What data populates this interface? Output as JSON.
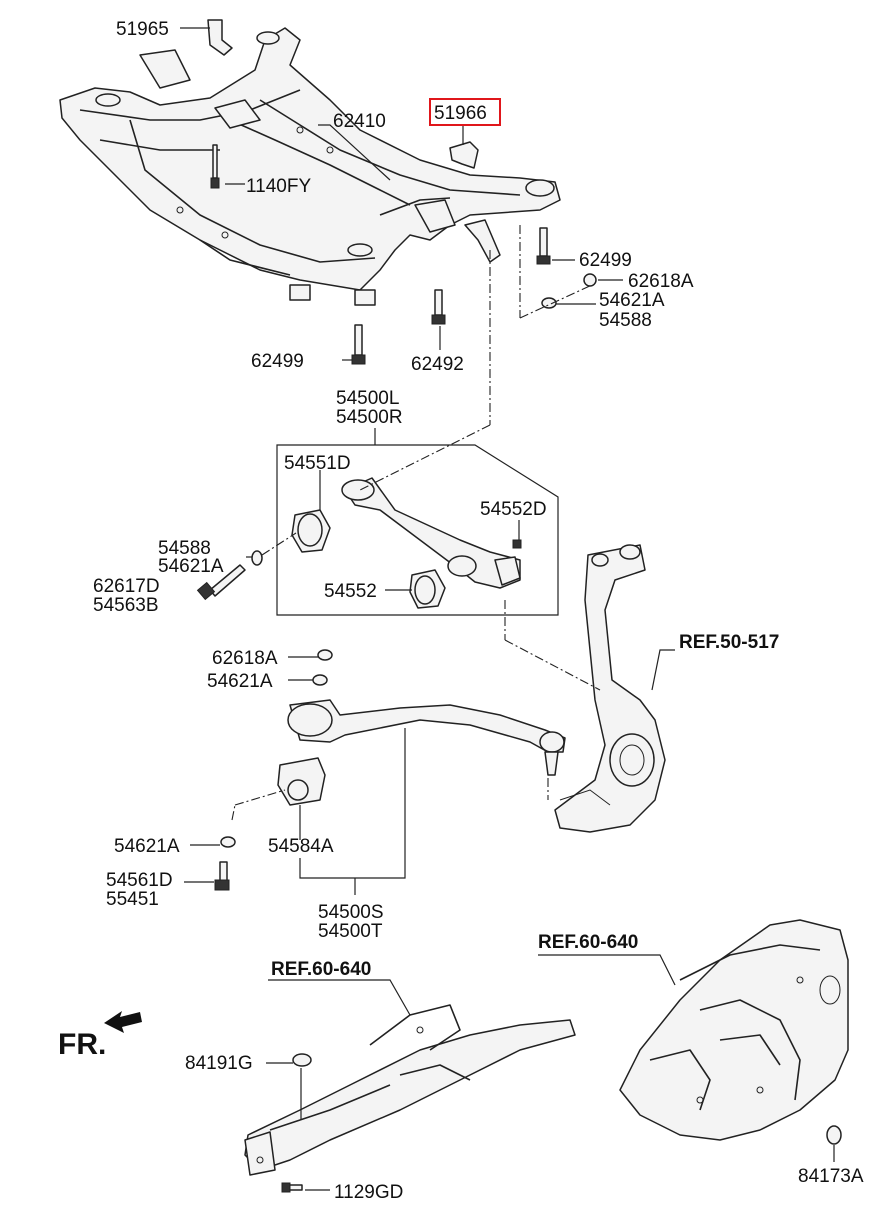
{
  "labels": {
    "p51965": "51965",
    "p51966": "51966",
    "p62410": "62410",
    "p1140FY": "1140FY",
    "p62499_a": "62499",
    "p62618A_a": "62618A",
    "p54621A_a": "54621A",
    "p54588_a": "54588",
    "p62499_b": "62499",
    "p62492": "62492",
    "p54500L": "54500L",
    "p54500R": "54500R",
    "p54551D": "54551D",
    "p54552D": "54552D",
    "p54588_b": "54588",
    "p54621A_b": "54621A",
    "p62617D": "62617D",
    "p54563B": "54563B",
    "p54552": "54552",
    "p62618A_b": "62618A",
    "p54621A_c": "54621A",
    "p54621A_d": "54621A",
    "p54584A": "54584A",
    "p54561D": "54561D",
    "p55451": "55451",
    "p54500S": "54500S",
    "p54500T": "54500T",
    "p84191G": "84191G",
    "p1129GD": "1129GD",
    "p84173A": "84173A",
    "ref_50_517": "REF.50-517",
    "ref_60_640_a": "REF.60-640",
    "ref_60_640_b": "REF.60-640",
    "front": "FR."
  },
  "highlight_color": "#e0161b"
}
